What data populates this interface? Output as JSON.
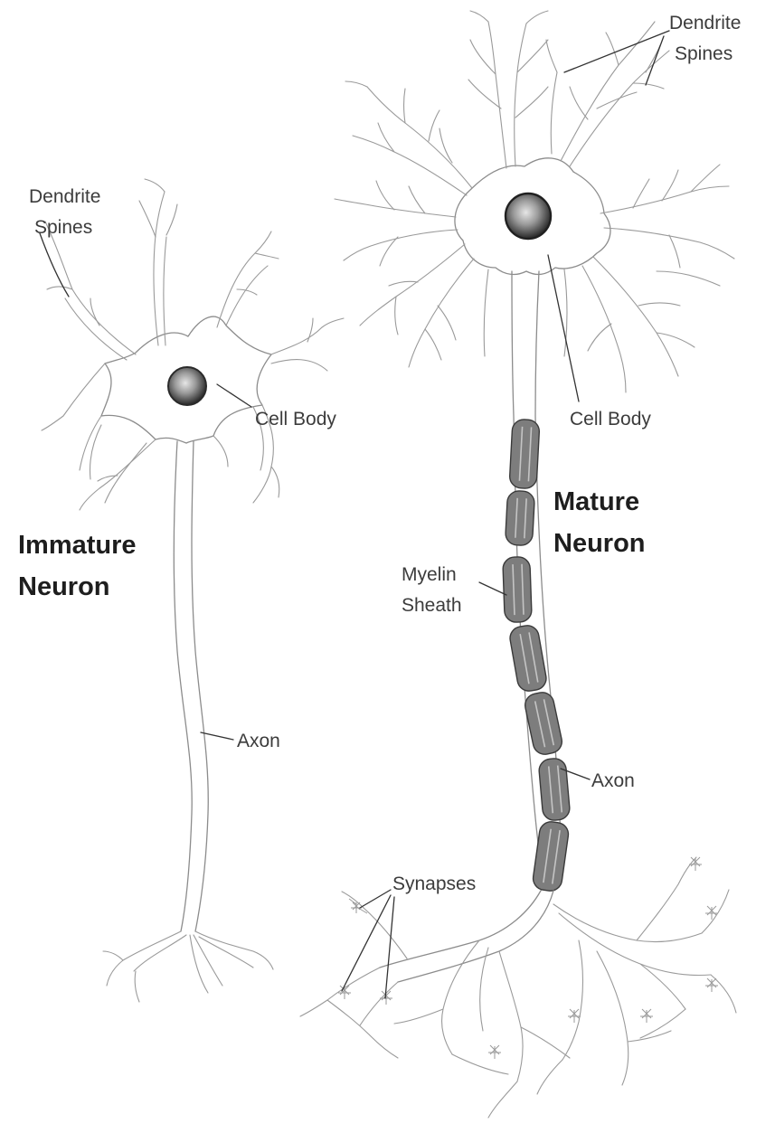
{
  "immature": {
    "title_line1": "Immature",
    "title_line2": "Neuron",
    "dendrite_spines_line1": "Dendrite",
    "dendrite_spines_line2": "Spines",
    "cell_body": "Cell Body",
    "axon": "Axon"
  },
  "mature": {
    "title_line1": "Mature",
    "title_line2": "Neuron",
    "dendrite_spines_line1": "Dendrite",
    "dendrite_spines_line2": "Spines",
    "cell_body": "Cell Body",
    "myelin_line1": "Myelin",
    "myelin_line2": "Sheath",
    "axon": "Axon",
    "synapses": "Synapses"
  },
  "colors": {
    "ink": "#3c3c3c",
    "title_ink": "#1e1e1e",
    "outline": "#8c8c8c",
    "myelin": "#7d7d7d",
    "nucleus_dark": "#2a2a2a",
    "nucleus_light": "#d8d8d8"
  }
}
